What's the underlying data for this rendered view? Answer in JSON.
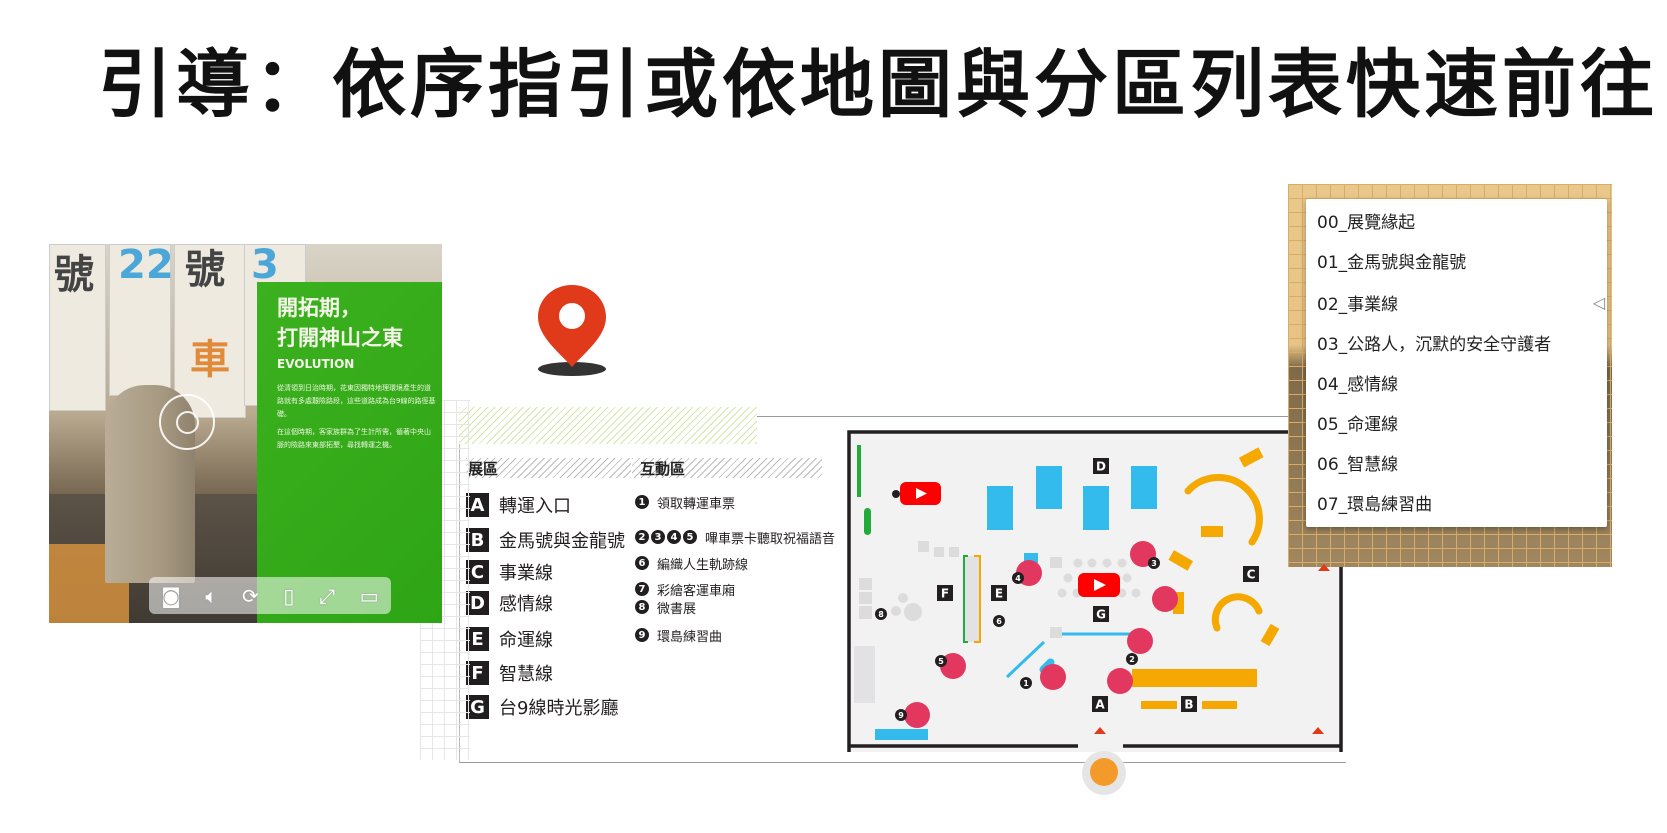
{
  "title": "引導：依序指引或依地圖與分區列表快速前往",
  "photo": {
    "panel_title_line1": "開拓期，",
    "panel_title_line2": "打開神山之東",
    "panel_subtitle": "EVOLUTION",
    "panel_para1": "從清領到日治時期，花東因獨特地理環境產生的道路就有多處艱險路段，這些道路成為台9線的路徑基礎。",
    "panel_para2": "在這個時期，客家族群為了生計所需，循著中央山脈的險路來東部拓墾，尋找轉運之機。",
    "controls": [
      "vr-icon",
      "speaker-icon",
      "rotate-icon",
      "phone-icon",
      "fullscreen-icon",
      "screen-icon"
    ]
  },
  "pin_color": "#e03a1b",
  "legend": {
    "zones_heading": "展區",
    "activities_heading": "互動區",
    "zones": [
      {
        "code": "A",
        "name": "轉運入口"
      },
      {
        "code": "B",
        "name": "金馬號與金龍號"
      },
      {
        "code": "C",
        "name": "事業線"
      },
      {
        "code": "D",
        "name": "感情線"
      },
      {
        "code": "E",
        "name": "命運線"
      },
      {
        "code": "F",
        "name": "智慧線"
      },
      {
        "code": "G",
        "name": "台9線時光影廳"
      }
    ],
    "activities": [
      {
        "nums": [
          "1"
        ],
        "name": "領取轉運車票"
      },
      {
        "nums": [
          "2",
          "3",
          "4",
          "5"
        ],
        "name": "嗶車票卡聽取祝福語音"
      },
      {
        "nums": [
          "6"
        ],
        "name": "編織人生軌跡線"
      },
      {
        "nums": [
          "7"
        ],
        "name": "彩繪客運車廂"
      },
      {
        "nums": [
          "8"
        ],
        "name": "微書展"
      },
      {
        "nums": [
          "9"
        ],
        "name": "環島練習曲"
      }
    ]
  },
  "plan": {
    "labels": {
      "A": "A",
      "B": "B",
      "C": "C",
      "D": "D",
      "E": "E",
      "F": "F",
      "G": "G"
    },
    "markers": {
      "m1": "1",
      "m2": "2",
      "m3": "3",
      "m4": "4",
      "m5": "5",
      "m6": "6",
      "m8": "8",
      "m9": "9"
    },
    "colors": {
      "hotspot": "#e2385f",
      "wall": "#f5a800",
      "blue": "#33bbee",
      "green": "#22aa3a",
      "video": "#ff0000"
    }
  },
  "dropdown": {
    "items": [
      "00_展覽緣起",
      "01_金馬號與金龍號",
      "02_事業線",
      "03_公路人，沉默的安全守護者",
      "04_感情線",
      "05_命運線",
      "06_智慧線",
      "07_環島練習曲"
    ],
    "selected_index": 2,
    "caret": "◁"
  }
}
